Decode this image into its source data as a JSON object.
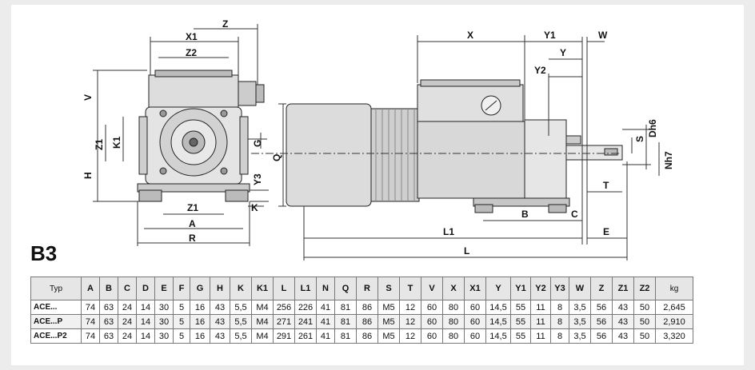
{
  "section_title": "B3",
  "dimension_labels": {
    "front": {
      "z": "Z",
      "x1": "X1",
      "z2": "Z2",
      "v": "V",
      "h": "H",
      "z1_side": "Z1",
      "k1": "K1",
      "g": "G",
      "y3": "Y3",
      "k": "K",
      "z1_bottom": "Z1",
      "a": "A",
      "r": "R"
    },
    "side": {
      "x": "X",
      "y1": "Y1",
      "w": "W",
      "y": "Y",
      "y2": "Y2",
      "q": "Q",
      "s": "S",
      "dh6": "Dh6",
      "nh7": "Nh7",
      "t": "T",
      "b": "B",
      "c": "C",
      "l1": "L1",
      "e": "E",
      "l": "L"
    }
  },
  "table": {
    "headers": [
      "Typ",
      "A",
      "B",
      "C",
      "D",
      "E",
      "F",
      "G",
      "H",
      "K",
      "K1",
      "L",
      "L1",
      "N",
      "Q",
      "R",
      "S",
      "T",
      "V",
      "X",
      "X1",
      "Y",
      "Y1",
      "Y2",
      "Y3",
      "W",
      "Z",
      "Z1",
      "Z2",
      "kg"
    ],
    "rows": [
      [
        "ACE...",
        "74",
        "63",
        "24",
        "14",
        "30",
        "5",
        "16",
        "43",
        "5,5",
        "M4",
        "256",
        "226",
        "41",
        "81",
        "86",
        "M5",
        "12",
        "60",
        "80",
        "60",
        "14,5",
        "55",
        "11",
        "8",
        "3,5",
        "56",
        "43",
        "50",
        "2,645"
      ],
      [
        "ACE...P",
        "74",
        "63",
        "24",
        "14",
        "30",
        "5",
        "16",
        "43",
        "5,5",
        "M4",
        "271",
        "241",
        "41",
        "81",
        "86",
        "M5",
        "12",
        "60",
        "80",
        "60",
        "14,5",
        "55",
        "11",
        "8",
        "3,5",
        "56",
        "43",
        "50",
        "2,910"
      ],
      [
        "ACE...P2",
        "74",
        "63",
        "24",
        "14",
        "30",
        "5",
        "16",
        "43",
        "5,5",
        "M4",
        "291",
        "261",
        "41",
        "81",
        "86",
        "M5",
        "12",
        "60",
        "80",
        "60",
        "14,5",
        "55",
        "11",
        "8",
        "3,5",
        "56",
        "43",
        "50",
        "3,320"
      ]
    ]
  }
}
